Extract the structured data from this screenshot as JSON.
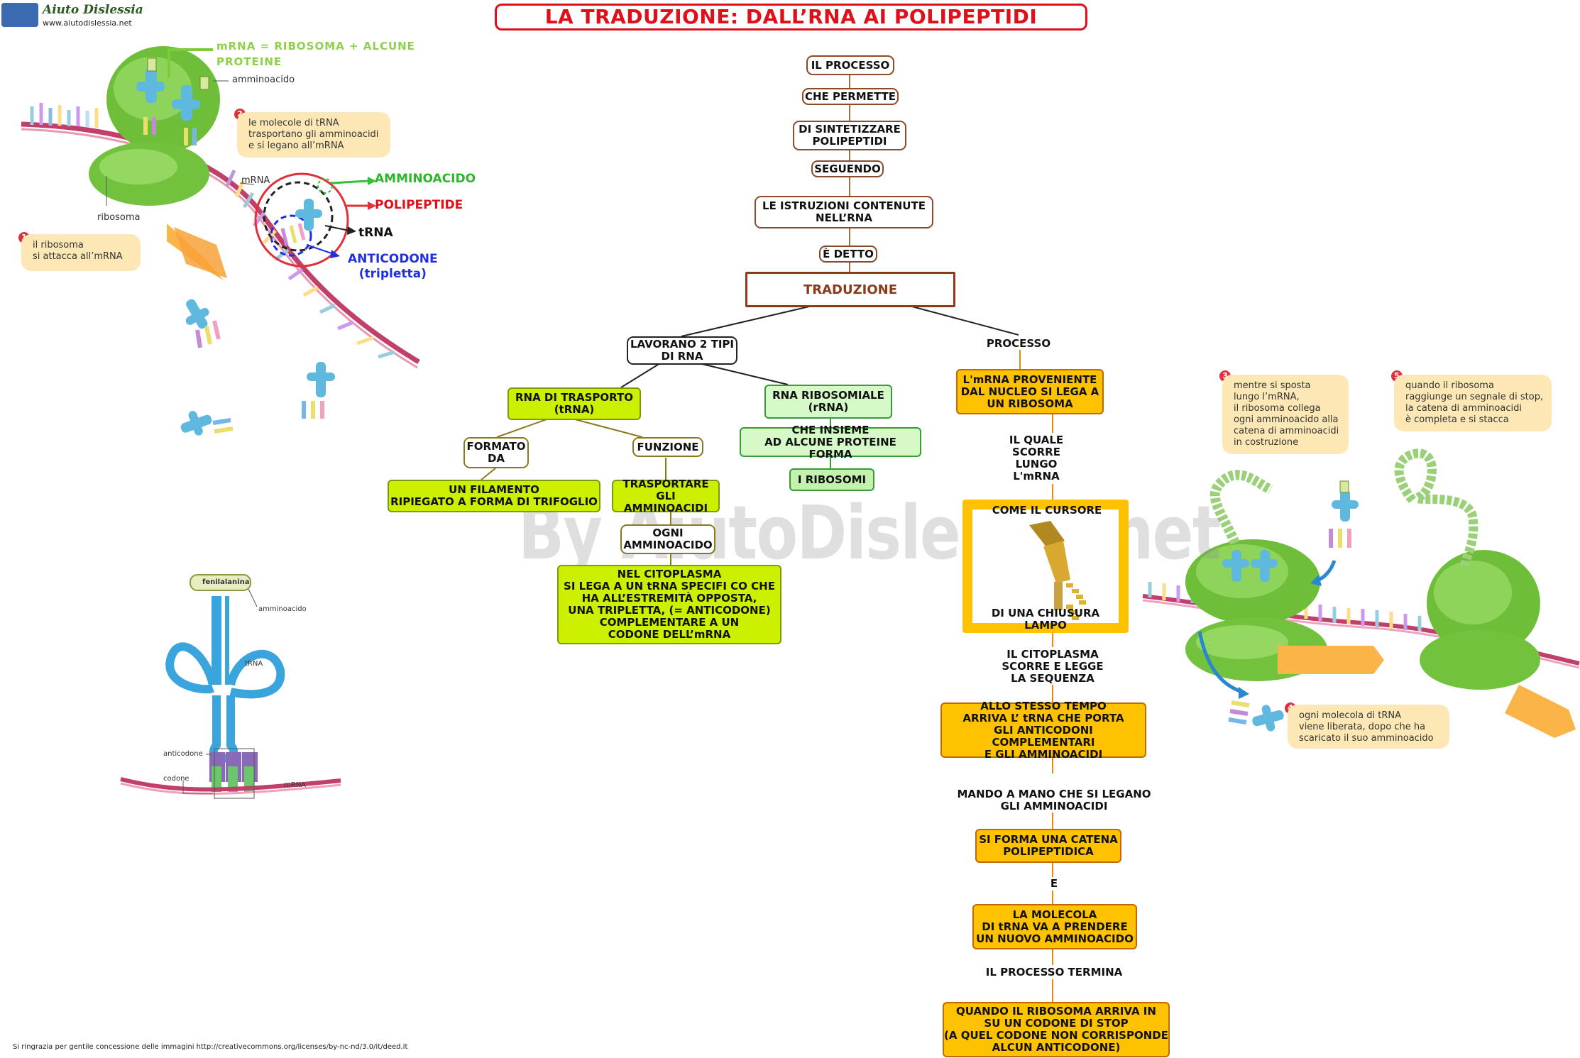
{
  "logo": {
    "name": "Aiuto Dislessia",
    "url": "www.aiutodislessia.net"
  },
  "title": "LA TRADUZIONE: DALL’RNA AI POLIPEPTIDI",
  "watermark": "By AiutoDislessia.net",
  "credits": "Si ringrazia per gentile concessione delle immagini http://creativecommons.org/licenses/by-nc-nd/3.0/it/deed.it",
  "top_left_illustration": {
    "mrna_caption": "mRNA = RIBOSOMA + ALCUNE\nPROTEINE",
    "amminoacido": "amminoacido",
    "mrna": "mRNA",
    "ribosoma": "ribosoma",
    "callout_amminoacido": "AMMINOACIDO",
    "callout_polipeptide": "POLIPEPTIDE",
    "callout_trna": "tRNA",
    "callout_anticodone": "ANTICODONE\n(tripletta)",
    "note1_num": "1",
    "note1": "il ribosoma\nsi attacca all’mRNA",
    "note2_num": "2",
    "note2": "le molecole di tRNA\ntrasportano gli amminoacidi\ne si legano all’mRNA"
  },
  "trna_illustration": {
    "fenilalanina": "fenilalanina",
    "amminoacido": "amminoacido",
    "trna": "tRNA",
    "anticodone": "anticodone",
    "codone": "codone",
    "mrna": "mRNA"
  },
  "right_illustration": {
    "note3_num": "3",
    "note3": "mentre si sposta\nlungo l’mRNA,\nil ribosoma collega\nogni amminoacido alla\ncatena di amminoacidi\nin costruzione",
    "note4_num": "4",
    "note4": "ogni molecola di tRNA\nviene liberata, dopo che ha\nscaricato il suo amminoacido",
    "note5_num": "5",
    "note5": "quando il ribosoma\nraggiunge un segnale di stop,\nla catena di amminoacidi\nè completa e si stacca"
  },
  "map": {
    "il_processo": "IL PROCESSO",
    "che_permette": "CHE PERMETTE",
    "di_sintetizzare": "DI SINTETIZZARE\nPOLIPEPTIDI",
    "seguendo": "SEGUENDO",
    "istruzioni": "LE ISTRUZIONI CONTENUTE\nNELL’RNA",
    "e_detto": "È DETTO",
    "traduzione": "TRADUZIONE",
    "lavorano": "LAVORANO 2 TIPI\nDI RNA",
    "processo": "PROCESSO",
    "rna_trasporto": "RNA  DI TRASPORTO\n(tRNA)",
    "rna_ribosomiale": "RNA  RIBOSOMIALE\n(rRNA)",
    "formato_da": "FORMATO\nDA",
    "funzione": "FUNZIONE",
    "filamento": "UN FILAMENTO\nRIPIEGATO A FORMA DI TRIFOGLIO",
    "trasportare": "TRASPORTARE\nGLI  AMMINOACIDI",
    "ogni_amminoacido": "OGNI\nAMMINOACIDO",
    "citoplasma": "NEL CITOPLASMA\nSI LEGA A UN tRNA SPECIFI CO CHE\nHA ALL’ESTREMITÀ OPPOSTA,\nUNA TRIPLETTA, (= ANTICODONE)\nCOMPLEMENTARE  A  UN\nCODONE  DELL’mRNA",
    "che_insieme": "CHE INSIEME\nAD ALCUNE PROTEINE FORMA",
    "i_ribosomi": "I  RIBOSOMI",
    "mrna_proveniente": "L'mRNA PROVENIENTE\nDAL NUCLEO SI LEGA A\nUN RIBOSOMA",
    "il_quale": "IL QUALE\nSCORRE\nLUNGO\nL'mRNA",
    "come_il_cursore": "COME IL CURSORE",
    "chiusura_lampo": "DI UNA CHIUSURA LAMPO",
    "il_citoplasma": "IL CITOPLASMA\nSCORRE E LEGGE\nLA SEQUENZA",
    "allo_stesso_tempo": "ALLO STESSO TEMPO\nARRIVA L’ tRNA  CHE PORTA\nGLI ANTICODONI COMPLEMENTARI\nE GLI AMMINOACIDI",
    "mano_a_mano": "MANDO A MANO CHE SI LEGANO\nGLI AMMINOACIDI",
    "catena": "SI FORMA UNA CATENA\nPOLIPEPTIDICA",
    "e": "E",
    "la_molecola": "LA MOLECOLA\nDI tRNA VA A PRENDERE\nUN NUOVO AMMINOACIDO",
    "termina": "IL  PROCESSO  TERMINA",
    "quando": "QUANDO  IL  RIBOSOMA  ARRIVA  IN\nSU UN  CODONE DI STOP\n(A QUEL CODONE NON CORRISPONDE\nALCUN ANTICODONE)"
  }
}
